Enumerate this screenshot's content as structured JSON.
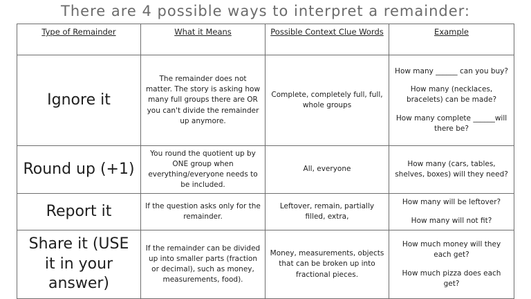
{
  "title": "There are 4 possible ways to interpret a remainder:",
  "table": {
    "headers": [
      "Type of Remainder",
      "What it Means",
      "Possible Context Clue Words",
      "Example"
    ],
    "rows": [
      {
        "type": "Ignore it",
        "meaning": "The remainder does not matter. The story is asking how many full groups there are OR you can't divide the remainder up anymore.",
        "clues": "Complete, completely full, full, whole groups",
        "examples": [
          "How many ______ can you buy?",
          "How many (necklaces, bracelets) can be made?",
          "How many complete ______will there be?"
        ]
      },
      {
        "type": "Round up (+1)",
        "meaning": "You round the quotient up by ONE group when everything/everyone needs to be included.",
        "clues": "All, everyone",
        "examples": [
          "How many (cars, tables, shelves, boxes) will they need?"
        ]
      },
      {
        "type": "Report it",
        "meaning": "If the question asks only for the remainder.",
        "clues": "Leftover, remain, partially filled, extra,",
        "examples": [
          "How many will be leftover?",
          "How many will not fit?"
        ]
      },
      {
        "type": "Share it (USE it in your answer)",
        "meaning": "If the remainder can be divided up into smaller parts (fraction or decimal), such as money, measurements, food).",
        "clues": "Money, measurements, objects that can be broken up into fractional pieces.",
        "examples": [
          "How much money will they each get?",
          "How much pizza does each get?"
        ]
      }
    ]
  }
}
